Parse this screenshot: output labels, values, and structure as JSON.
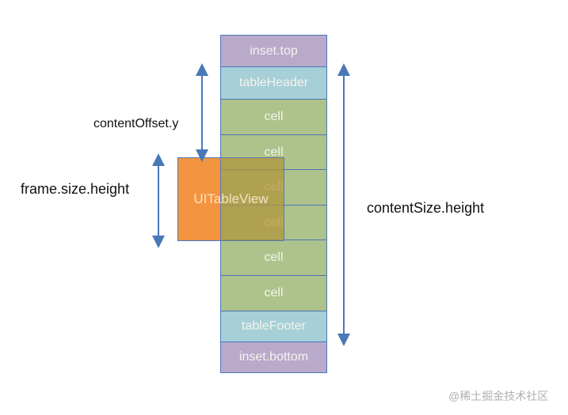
{
  "diagram": {
    "column": {
      "inset_top": "inset.top",
      "table_header": "tableHeader",
      "cells": [
        "cell",
        "cell",
        "cell",
        "cell",
        "cell",
        "cell"
      ],
      "table_footer": "tableFooter",
      "inset_bottom": "inset.bottom"
    },
    "table_view_label": "UITableView",
    "labels": {
      "content_offset": "contentOffset.y",
      "frame_height": "frame.size.height",
      "content_size": "contentSize.height"
    },
    "colors": {
      "inset": "#b9aacb",
      "header_footer": "#a6cfd8",
      "cell": "#aec28c",
      "table_view": "#f39441",
      "arrow": "#4a78b5"
    }
  },
  "watermark": "@稀土掘金技术社区"
}
